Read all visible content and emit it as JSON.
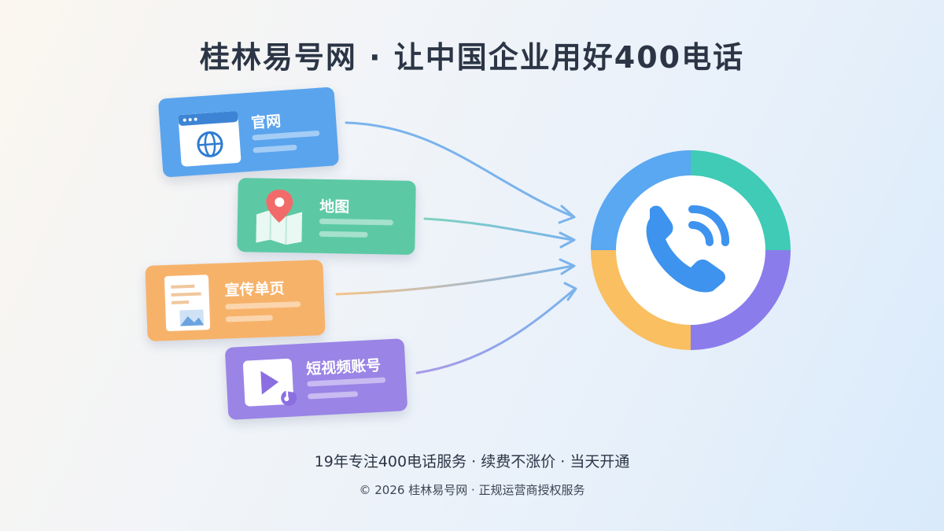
{
  "header": {
    "title": "桂林易号网 · 让中国企业用好400电话"
  },
  "channels": [
    {
      "label": "官网",
      "icon": "globe-browser-icon",
      "color": "#5aa4ee"
    },
    {
      "label": "地图",
      "icon": "map-pin-icon",
      "color": "#5cc9a4"
    },
    {
      "label": "宣传单页",
      "icon": "document-icon",
      "color": "#f7b26a"
    },
    {
      "label": "短视频账号",
      "icon": "video-play-icon",
      "color": "#9a84e6"
    }
  ],
  "hub": {
    "icon": "phone-icon",
    "ring_colors": [
      "#3fcbb6",
      "#8b7cec",
      "#f9bf61",
      "#5aa7f2"
    ],
    "phone_color": "#3d93ee"
  },
  "footer": {
    "tagline": "19年专注400电话服务 · 续费不涨价 · 当天开通",
    "copyright": "© 2026 桂林易号网 · 正规运营商授权服务"
  }
}
